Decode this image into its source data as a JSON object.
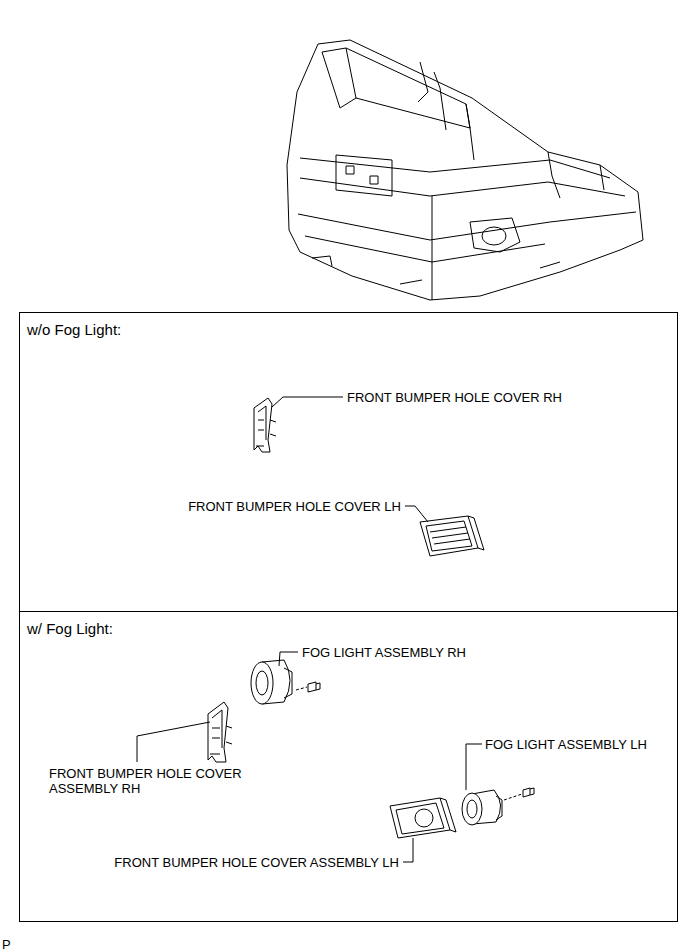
{
  "diagram": {
    "nodes": [
      {
        "text": [
          "w/o Fog Light:"
        ]
      },
      {
        "text": [
          "w/ Fog Light:"
        ]
      }
    ],
    "labels": [
      "FRONT BUMPER HOLE COVER RH",
      "FRONT BUMPER HOLE COVER LH",
      "FOG LIGHT ASSEMBLY RH",
      "FRONT BUMPER HOLE COVER ASSEMBLY RH",
      "FOG LIGHT ASSEMBLY LH",
      "FRONT BUMPER HOLE COVER ASSEMBLY LH",
      "P"
    ]
  }
}
